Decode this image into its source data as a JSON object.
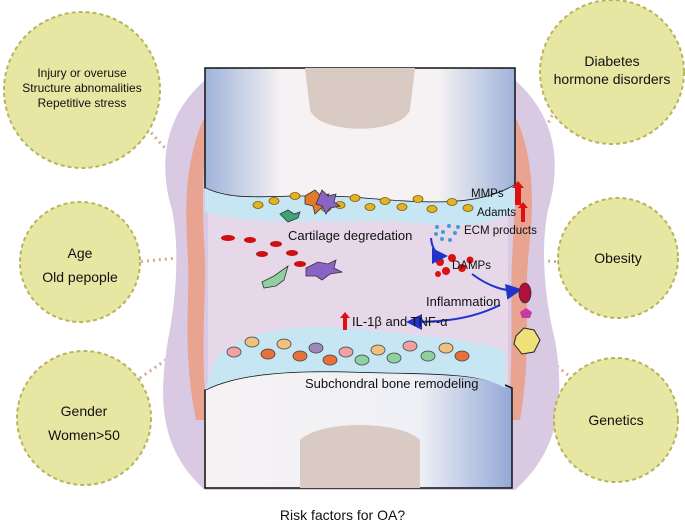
{
  "risk_factors": {
    "injury": [
      "Injury or overuse",
      "Structure abnomalities",
      "Repetitive stress"
    ],
    "age": [
      "Age",
      "Old pepople"
    ],
    "gender": [
      "Gender",
      "Women>50"
    ],
    "diabetes": [
      "Diabetes",
      "hormone disorders"
    ],
    "obesity": "Obesity",
    "genetics": "Genetics"
  },
  "joint": {
    "cartilage": "Cartilage degredation",
    "mmps": "MMPs",
    "adamts": "Adamts",
    "ecm": "ECM products",
    "damps": "DAMPs",
    "inflammation": "Inflammation",
    "cytokines": "IL-1β and TNF-α",
    "subchondral": "Subchondral bone remodeling"
  },
  "caption": "Risk factors for OA?",
  "colors": {
    "circle_fill": "#e8e6a3",
    "circle_stroke": "#b8b45a",
    "capsule": "#d9c9e3",
    "synovium": "#e8a391",
    "fluid": "#c5e6f2",
    "bone_light": "#f6f2f3",
    "bone_blue": "#9fb3da",
    "marrow": "#d9cbc4",
    "arrow_blue": "#2233cc",
    "arrow_red": "#dd1111"
  }
}
